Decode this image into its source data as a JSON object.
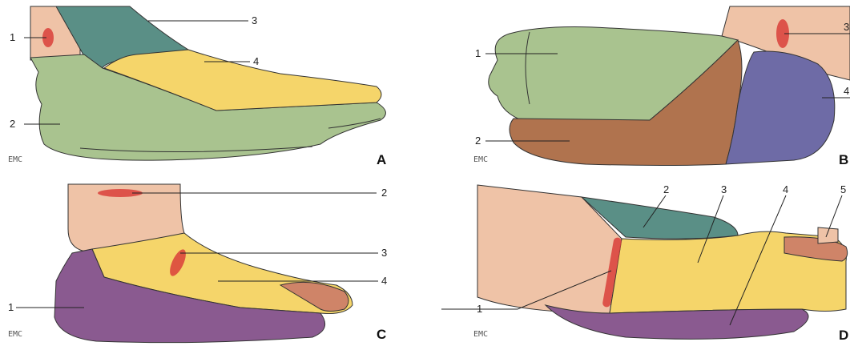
{
  "colors": {
    "skin": "#efc3a7",
    "green": "#a9c38f",
    "teal": "#5a8f86",
    "yellow": "#f5d56a",
    "brown": "#b0734e",
    "blue": "#6e6ba6",
    "purple": "#8a5a90",
    "red": "#d9403a",
    "toe": "#cf8468"
  },
  "panels": {
    "a": {
      "letter": "A",
      "labels": [
        "1",
        "2",
        "3",
        "4"
      ],
      "logo": "EMC"
    },
    "b": {
      "letter": "B",
      "labels": [
        "1",
        "2",
        "3",
        "4"
      ],
      "logo": "EMC"
    },
    "c": {
      "letter": "C",
      "labels": [
        "1",
        "2",
        "3",
        "4"
      ],
      "logo": "EMC"
    },
    "d": {
      "letter": "D",
      "labels": [
        "1",
        "2",
        "3",
        "4",
        "5"
      ],
      "logo": "EMC"
    }
  }
}
